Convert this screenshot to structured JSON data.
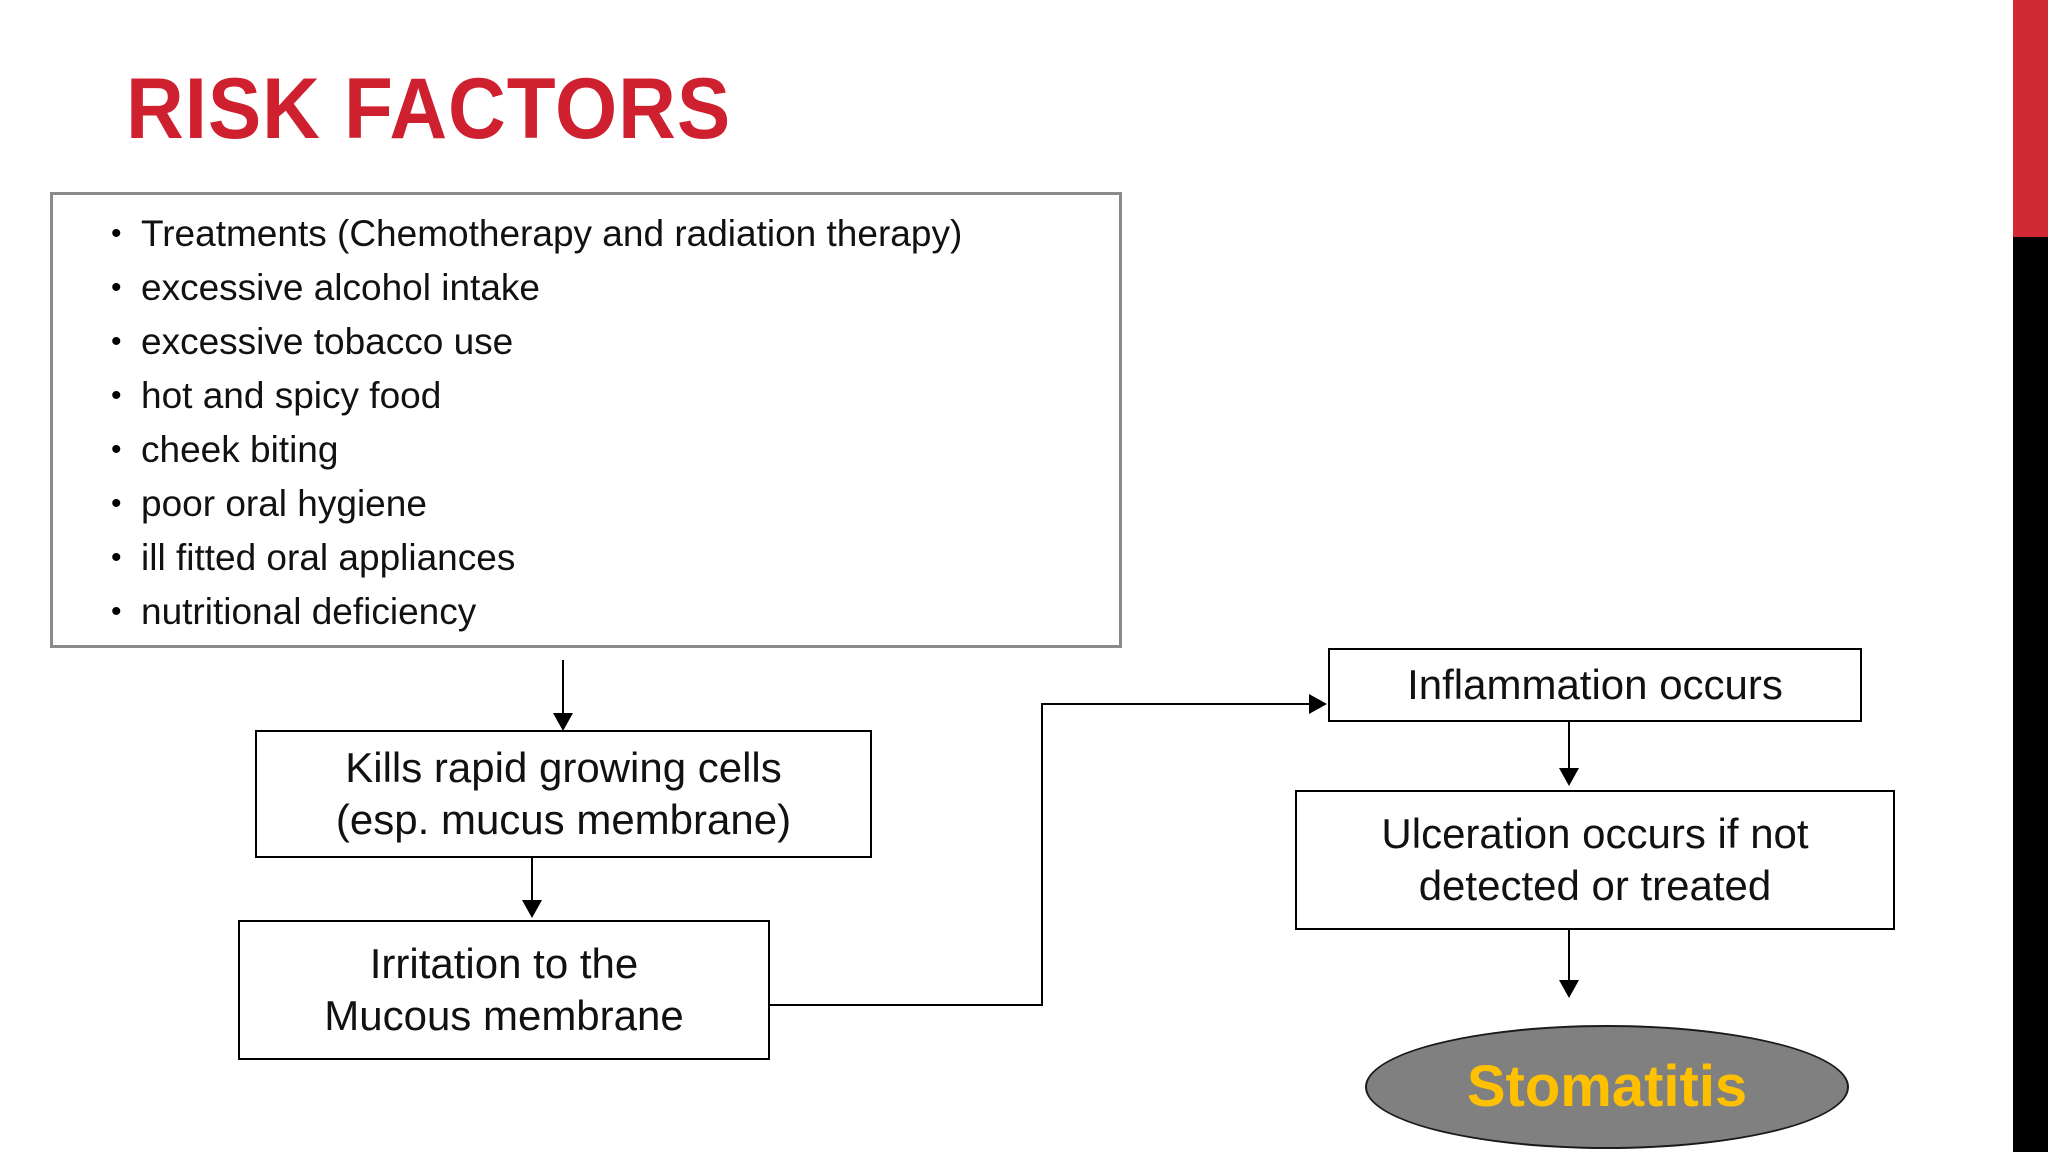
{
  "slide": {
    "title": "RISK FACTORS",
    "title_color": "#cf2030",
    "background_color": "#ffffff"
  },
  "decor": {
    "right_band_red_color": "#d12a35",
    "right_band_black_color": "#000000"
  },
  "risk_factors": {
    "border_color": "#8a8a8a",
    "bullet_glyph": "•",
    "items": [
      "Treatments (Chemotherapy and radiation therapy)",
      "excessive alcohol intake",
      "excessive tobacco use",
      "hot and spicy food",
      "cheek biting",
      "poor oral hygiene",
      "ill fitted oral appliances",
      "nutritional deficiency"
    ]
  },
  "flowchart": {
    "nodes": {
      "kills_cells": {
        "line1": "Kills rapid growing cells",
        "line2": "(esp. mucus membrane)"
      },
      "irritation": {
        "line1": "Irritation to the",
        "line2": "Mucous membrane"
      },
      "inflammation": {
        "line1": "Inflammation occurs"
      },
      "ulceration": {
        "line1": "Ulceration occurs if not",
        "line2": "detected or treated"
      },
      "stomatitis": {
        "label": "Stomatitis",
        "fill_color": "#808080",
        "text_color": "#ffc000"
      }
    },
    "edges": [
      {
        "from": "risk_factors",
        "to": "kills_cells",
        "direction": "down"
      },
      {
        "from": "kills_cells",
        "to": "irritation",
        "direction": "down"
      },
      {
        "from": "irritation",
        "to": "inflammation",
        "direction": "right"
      },
      {
        "from": "inflammation",
        "to": "ulceration",
        "direction": "down"
      },
      {
        "from": "ulceration",
        "to": "stomatitis",
        "direction": "down"
      }
    ]
  }
}
